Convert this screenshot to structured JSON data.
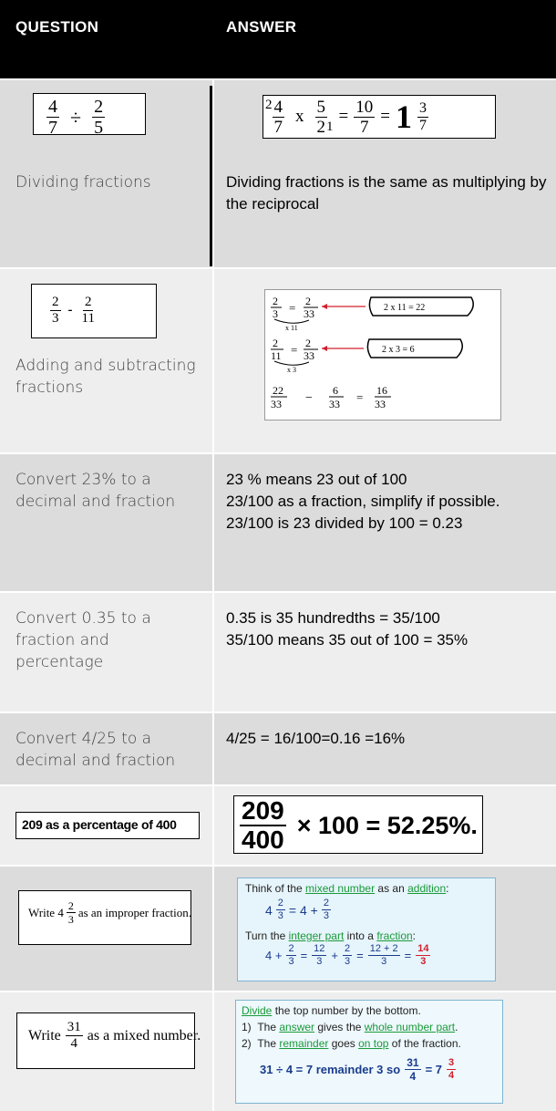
{
  "header": {
    "question": "QUESTION",
    "answer": "ANSWER"
  },
  "rows": [
    {
      "question": "Dividing fractions",
      "answer": "Dividing fractions is the same as multiplying by the reciprocal",
      "q_math": {
        "n1": "4",
        "d1": "7",
        "op": "÷",
        "n2": "2",
        "d2": "5"
      },
      "a_math": {
        "sup": "2",
        "n1": "4",
        "d1": "7",
        "op": "x",
        "n2": "5",
        "d2": "2",
        "sub": "1",
        "eq": "=",
        "n3": "10",
        "d3": "7",
        "whole": "1",
        "n4": "3",
        "d4": "7"
      }
    },
    {
      "question": "Adding and subtracting fractions",
      "q_math": {
        "n1": "2",
        "d1": "3",
        "op": "-",
        "n2": "2",
        "d2": "11"
      },
      "a_math": {
        "l1": {
          "n1": "2",
          "d1": "3",
          "n2": "2",
          "d2": "33",
          "mult": "x 11",
          "note": "2 x 11 = 22"
        },
        "l2": {
          "n1": "2",
          "d1": "11",
          "n2": "2",
          "d2": "33",
          "mult": "x 3",
          "note": "2 x 3 = 6"
        },
        "l3": {
          "n1": "22",
          "d1": "33",
          "op": "−",
          "n2": "6",
          "d2": "33",
          "n3": "16",
          "d3": "33"
        }
      }
    },
    {
      "question": "Convert 23% to a decimal and fraction",
      "answer_lines": [
        "23 % means 23 out of 100",
        "23/100 as a fraction, simplify if possible.",
        "23/100  is 23 divided by 100 = 0.23"
      ]
    },
    {
      "question": "Convert 0.35 to a fraction and percentage",
      "answer_lines": [
        "0.35 is 35 hundredths = 35/100",
        "35/100 means 35 out of 100 = 35%"
      ]
    },
    {
      "question": "Convert 4/25 to a decimal and fraction",
      "answer_lines": [
        "4/25 = 16/100=0.16 =16%"
      ]
    },
    {
      "q_image_text": "209 as a percentage of 400",
      "a_math": {
        "n": "209",
        "d": "400",
        "rest": "× 100 = 52.25%."
      }
    },
    {
      "q_image": {
        "pre": "Write 4",
        "n": "2",
        "d": "3",
        "post": "as an improper fraction."
      },
      "a_box": {
        "l1a": "Think of the ",
        "l1b": "mixed number",
        "l1c": " as an ",
        "l1d": "addition",
        "l1e": ":",
        "l2a": "4",
        "l2n": "2",
        "l2d": "3",
        "l2b": "= 4 +",
        "l2n2": "2",
        "l2d2": "3",
        "l3a": "Turn the ",
        "l3b": "integer part",
        "l3c": " into a ",
        "l3d": "fraction",
        "l3e": ":",
        "l4a": "4 +",
        "l4n1": "2",
        "l4d1": "3",
        "l4eq": "=",
        "l4n2": "12",
        "l4d2": "3",
        "l4plus": "+",
        "l4n3": "2",
        "l4d3": "3",
        "l4eq2": "=",
        "l4n4": "12 + 2",
        "l4d4": "3",
        "l4eq3": "=",
        "l4n5": "14",
        "l4d5": "3"
      }
    },
    {
      "q_image": {
        "pre": "Write",
        "n": "31",
        "d": "4",
        "post": "as a mixed number."
      },
      "a_box": {
        "l1a": "Divide",
        "l1b": " the top number by the bottom.",
        "l2num": "1)",
        "l2a": "The ",
        "l2b": "answer",
        "l2c": " gives the ",
        "l2d": "whole number part",
        "l2e": ".",
        "l3num": "2)",
        "l3a": "The ",
        "l3b": "remainder",
        "l3c": " goes ",
        "l3d": "on top",
        "l3e": " of the fraction.",
        "l4a": "31 ÷ 4 = 7 remainder 3  so",
        "l4n": "31",
        "l4d": "4",
        "l4b": "= 7",
        "l4n2": "3",
        "l4d2": "4"
      }
    }
  ]
}
